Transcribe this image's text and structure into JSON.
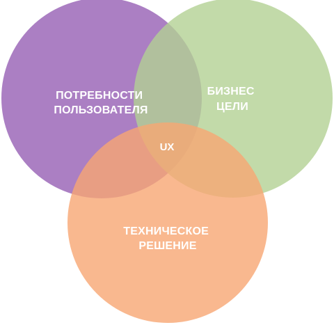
{
  "diagram": {
    "sets": [
      {
        "id": "user",
        "lines": [
          "ПОТРЕБНОСТИ",
          "ПОЛЬЗОВАТЕЛЯ"
        ],
        "color": "#9c69b8",
        "opacity": 0.85
      },
      {
        "id": "business",
        "lines": [
          "БИЗНЕС",
          "ЦЕЛИ"
        ],
        "color": "#b3d193",
        "opacity": 0.8
      },
      {
        "id": "tech",
        "lines": [
          "ТЕХНИЧЕСКОЕ",
          "РЕШЕНИЕ"
        ],
        "color": "#f7a673",
        "opacity": 0.8
      }
    ],
    "intersection_label": "UX"
  }
}
